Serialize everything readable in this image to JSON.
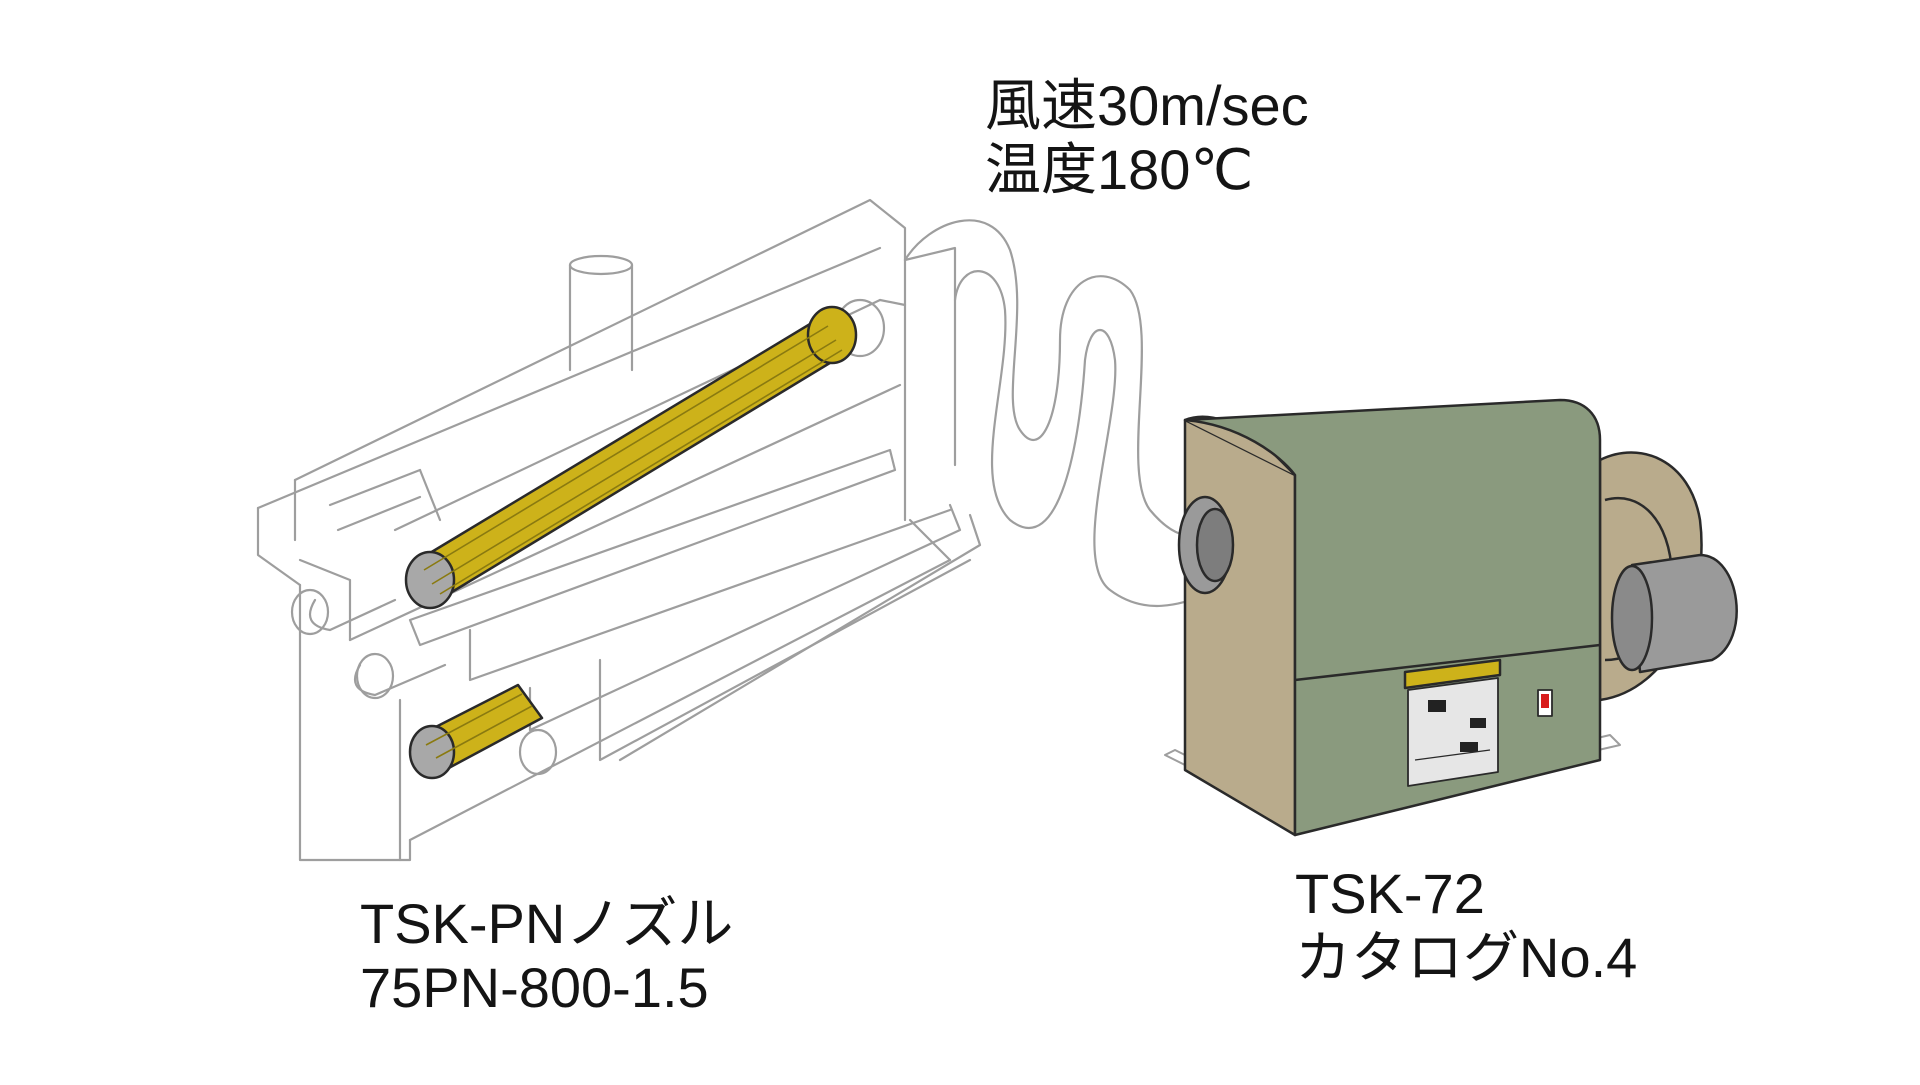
{
  "spec": {
    "wind_speed": "風速30m/sec",
    "temperature": "温度180℃"
  },
  "nozzle": {
    "name": "TSK-PNノズル",
    "model": "75PN-800-1.5"
  },
  "heater": {
    "name": "TSK-72",
    "catalog": "カタログNo.4"
  },
  "colors": {
    "nozzle_fill": "#cdb21a",
    "heater_front": "#8a9a7e",
    "heater_side": "#b9ab8c",
    "roller_gray": "#9a9a9a",
    "outline": "#9e9e9e",
    "switch_red": "#d81c1c"
  }
}
